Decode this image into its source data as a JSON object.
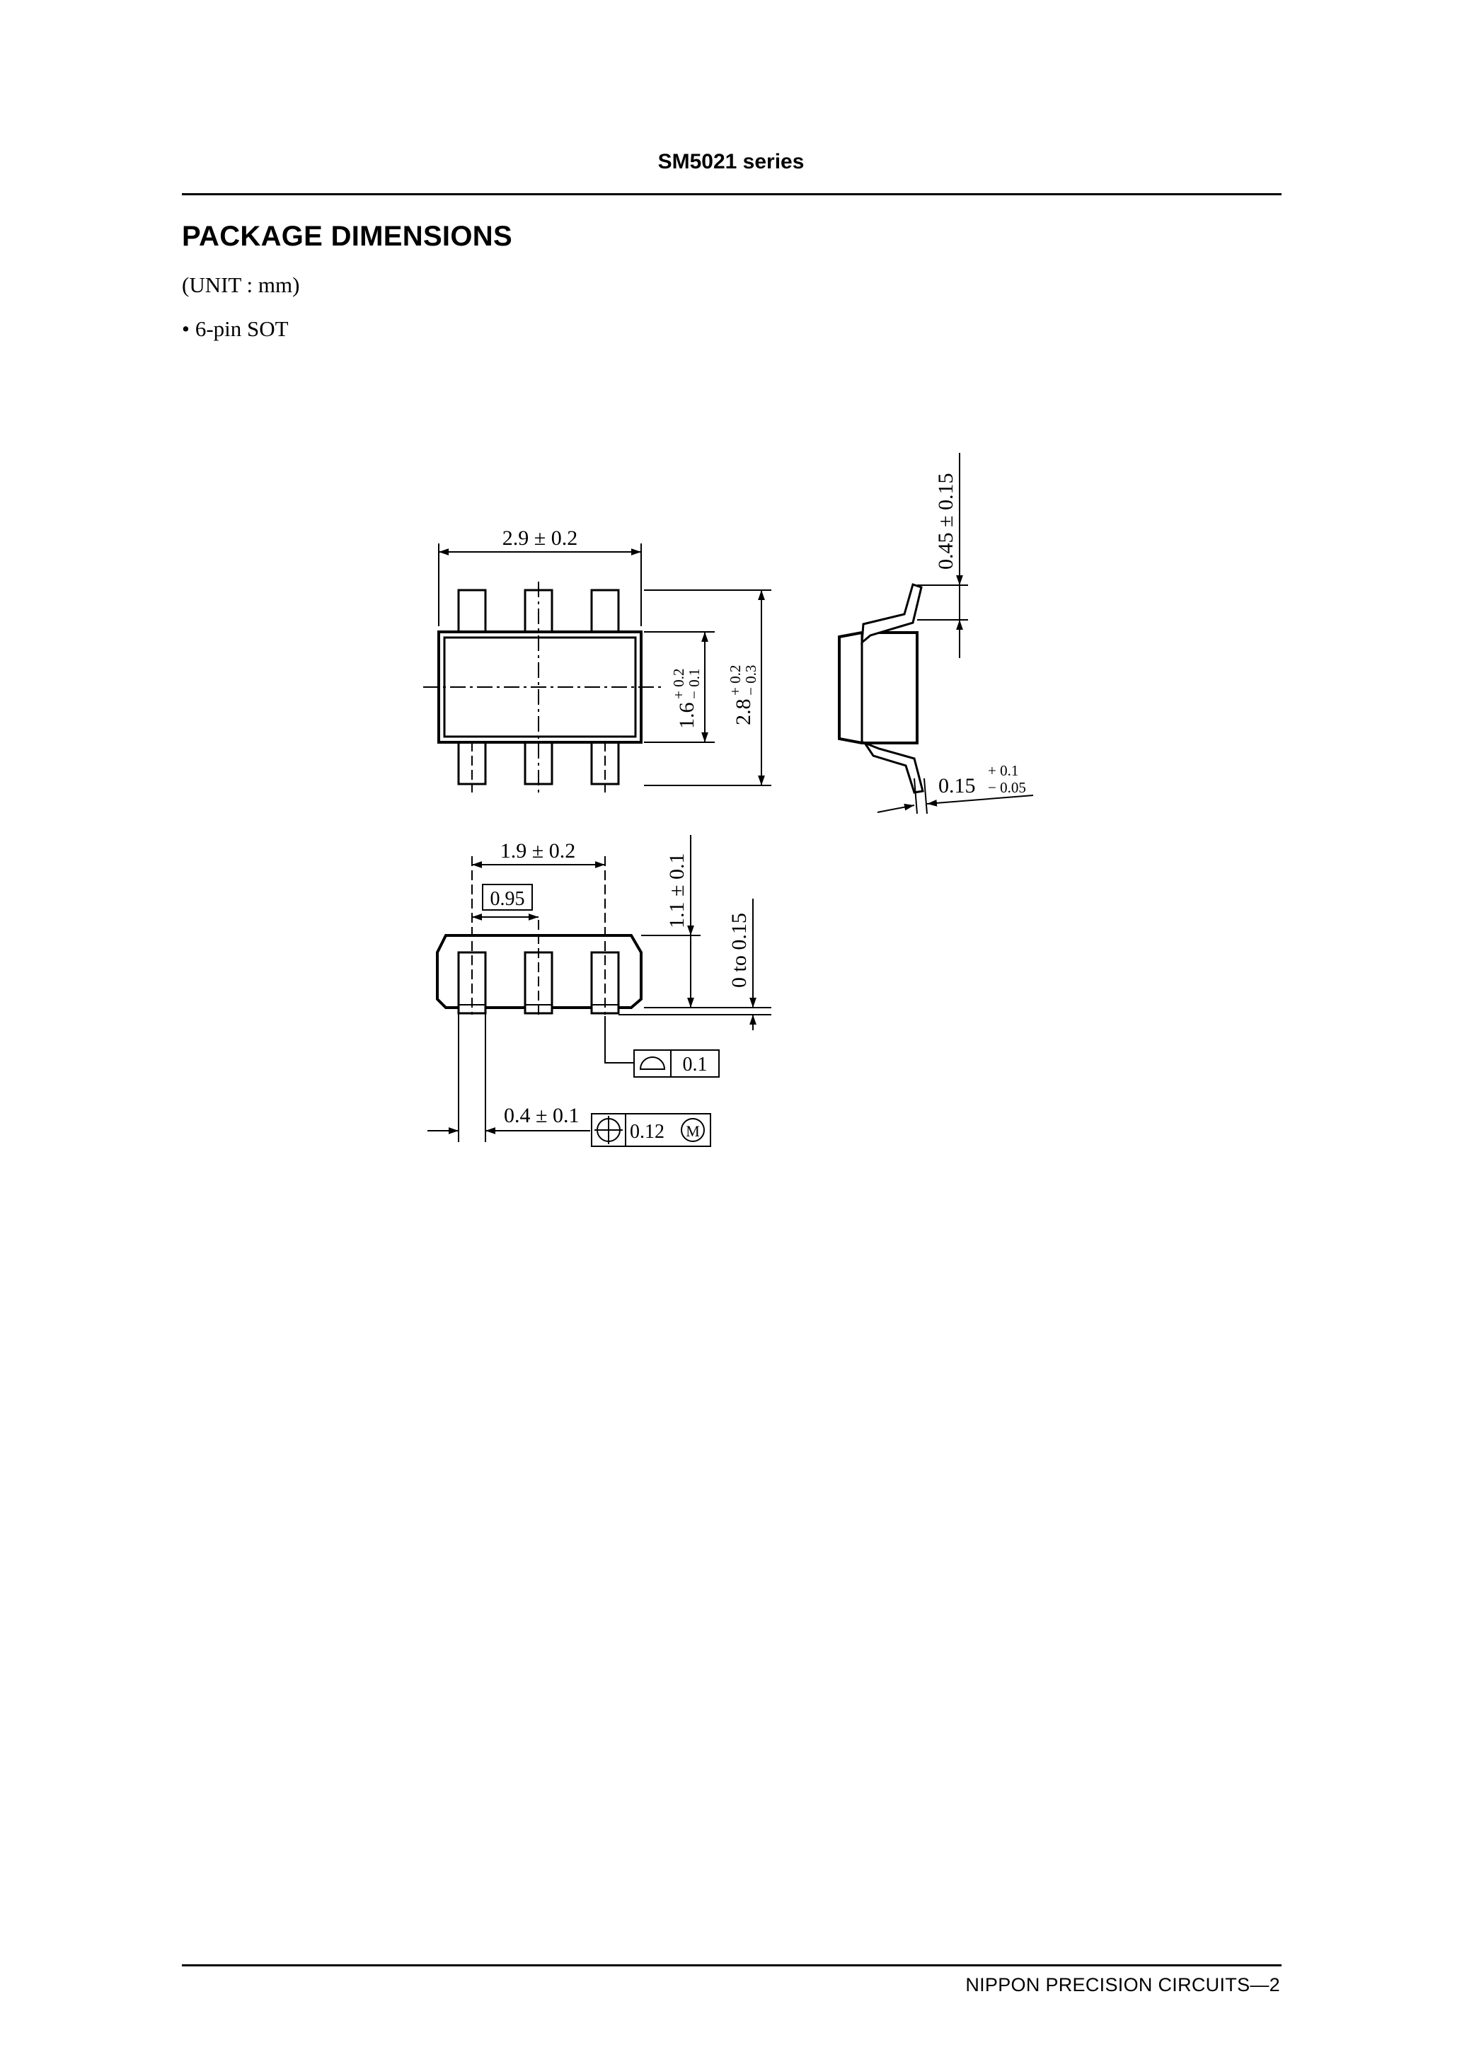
{
  "header": {
    "series_title": "SM5021 series"
  },
  "section": {
    "heading": "PACKAGE DIMENSIONS",
    "unit_note": "(UNIT : mm)",
    "package_type": "6-pin SOT"
  },
  "drawing": {
    "top_view": {
      "body_width": "2.9 ± 0.2",
      "body_height": {
        "nominal": "1.6",
        "tol_plus": "+ 0.2",
        "tol_minus": "− 0.1"
      },
      "overall_height": {
        "nominal": "2.8",
        "tol_plus": "+ 0.2",
        "tol_minus": "− 0.3"
      }
    },
    "side_view": {
      "lead_length": "0.45 ± 0.15",
      "lead_thickness": {
        "nominal": "0.15",
        "tol_plus": "+ 0.1",
        "tol_minus": "− 0.05"
      }
    },
    "front_view": {
      "lead_span": "1.9 ± 0.2",
      "lead_pitch": "0.95",
      "body_thickness": "1.1 ± 0.1",
      "standoff": "0 to 0.15",
      "coplanarity": "0.1",
      "lead_width": "0.4 ± 0.1",
      "position_tolerance": "0.12",
      "position_modifier": "M"
    }
  },
  "footer": {
    "text": "NIPPON PRECISION CIRCUITS—2"
  }
}
